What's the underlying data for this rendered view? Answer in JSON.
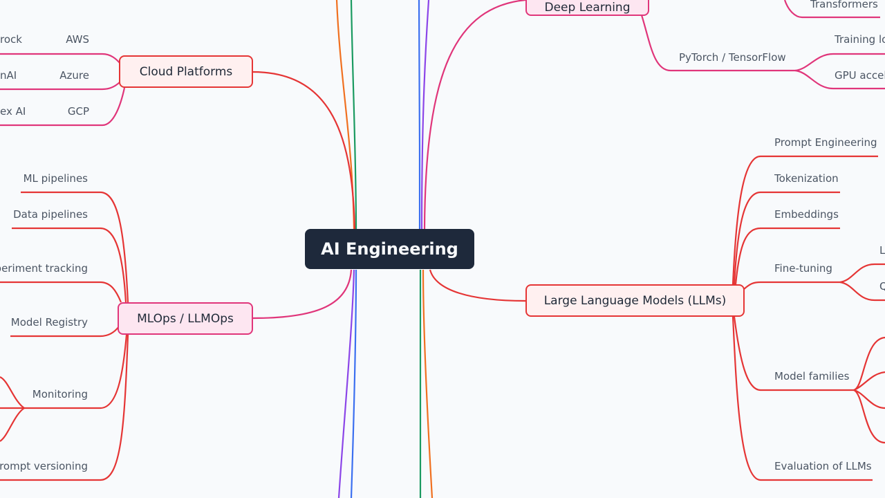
{
  "root": {
    "label": "AI Engineering"
  },
  "colors": {
    "red": "#e53535",
    "pink": "#e0357a",
    "orange": "#f07020",
    "green": "#1a9a60",
    "blue": "#3b6ff0",
    "purple": "#8b45e8",
    "root_bg": "#1e293b"
  },
  "cloud": {
    "label": "Cloud Platforms",
    "children": [
      "AWS",
      "Azure",
      "GCP"
    ],
    "grandchildren_visible": [
      "rock",
      "nAI",
      "ex AI"
    ]
  },
  "mlops": {
    "label": "MLOps / LLMOps",
    "children": [
      "ML pipelines",
      "Data pipelines",
      "periment tracking",
      "Model Registry",
      "Monitoring",
      "rompt versioning"
    ]
  },
  "deep_learning": {
    "label": "Deep Learning",
    "children": [
      "Transformers",
      "PyTorch / TensorFlow"
    ],
    "grandchildren_visible": [
      "Training lo",
      "GPU accel"
    ]
  },
  "llms": {
    "label": "Large Language Models (LLMs)",
    "children": [
      "Prompt Engineering",
      "Tokenization",
      "Embeddings",
      "Fine-tuning",
      "Model families",
      "Evaluation of LLMs"
    ],
    "fine_tuning_children_visible": [
      "L",
      "Q"
    ]
  }
}
